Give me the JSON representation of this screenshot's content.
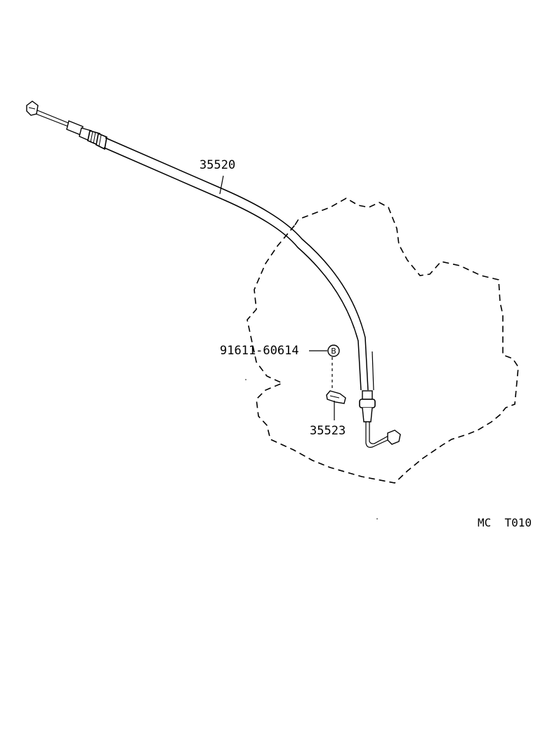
{
  "parts": {
    "throttle_cable": {
      "number": "35520"
    },
    "bolt": {
      "number": "91611-60614",
      "marker": "B"
    },
    "cable_clamp": {
      "number": "35523"
    }
  },
  "diagram_code": "MC  T010"
}
